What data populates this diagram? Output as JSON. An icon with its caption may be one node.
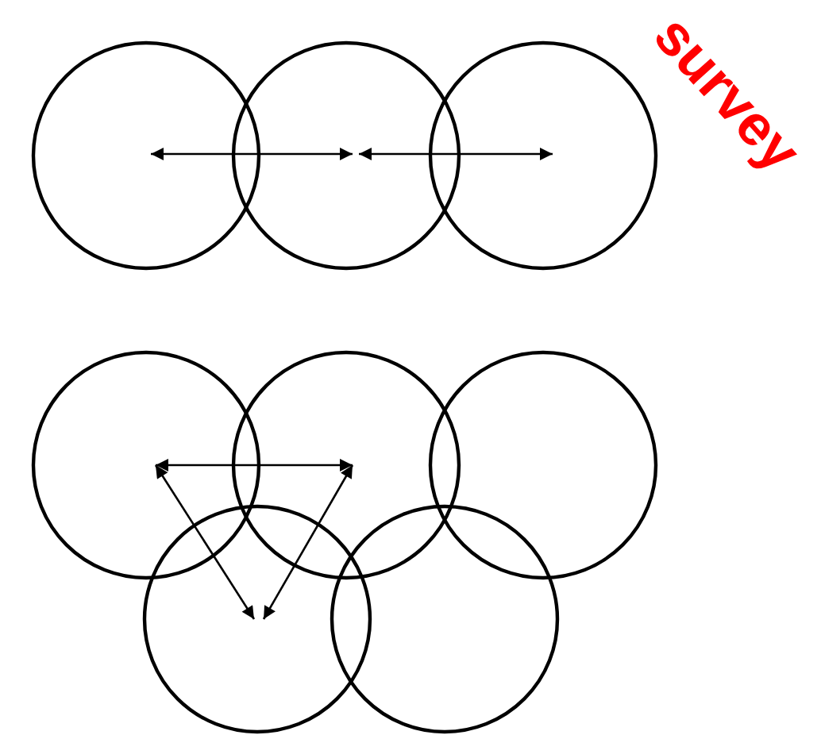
{
  "diagram": {
    "nodes": [
      {
        "text": [],
        "shape": "circle"
      },
      {
        "text": [],
        "shape": "circle"
      },
      {
        "text": [],
        "shape": "circle"
      },
      {
        "text": [],
        "shape": "circle"
      },
      {
        "text": [],
        "shape": "circle"
      },
      {
        "text": [],
        "shape": "circle"
      },
      {
        "text": [],
        "shape": "circle"
      },
      {
        "text": [],
        "shape": "circle"
      }
    ],
    "edges": [
      {
        "from": 0,
        "to": 1,
        "arrow": "both"
      },
      {
        "from": 1,
        "to": 2,
        "arrow": "both"
      },
      {
        "from": 3,
        "to": 4,
        "arrow": "both"
      },
      {
        "from": 3,
        "to": 6,
        "arrow": "both"
      },
      {
        "from": 4,
        "to": 6,
        "arrow": "both"
      }
    ],
    "labels": [
      "survey"
    ]
  }
}
